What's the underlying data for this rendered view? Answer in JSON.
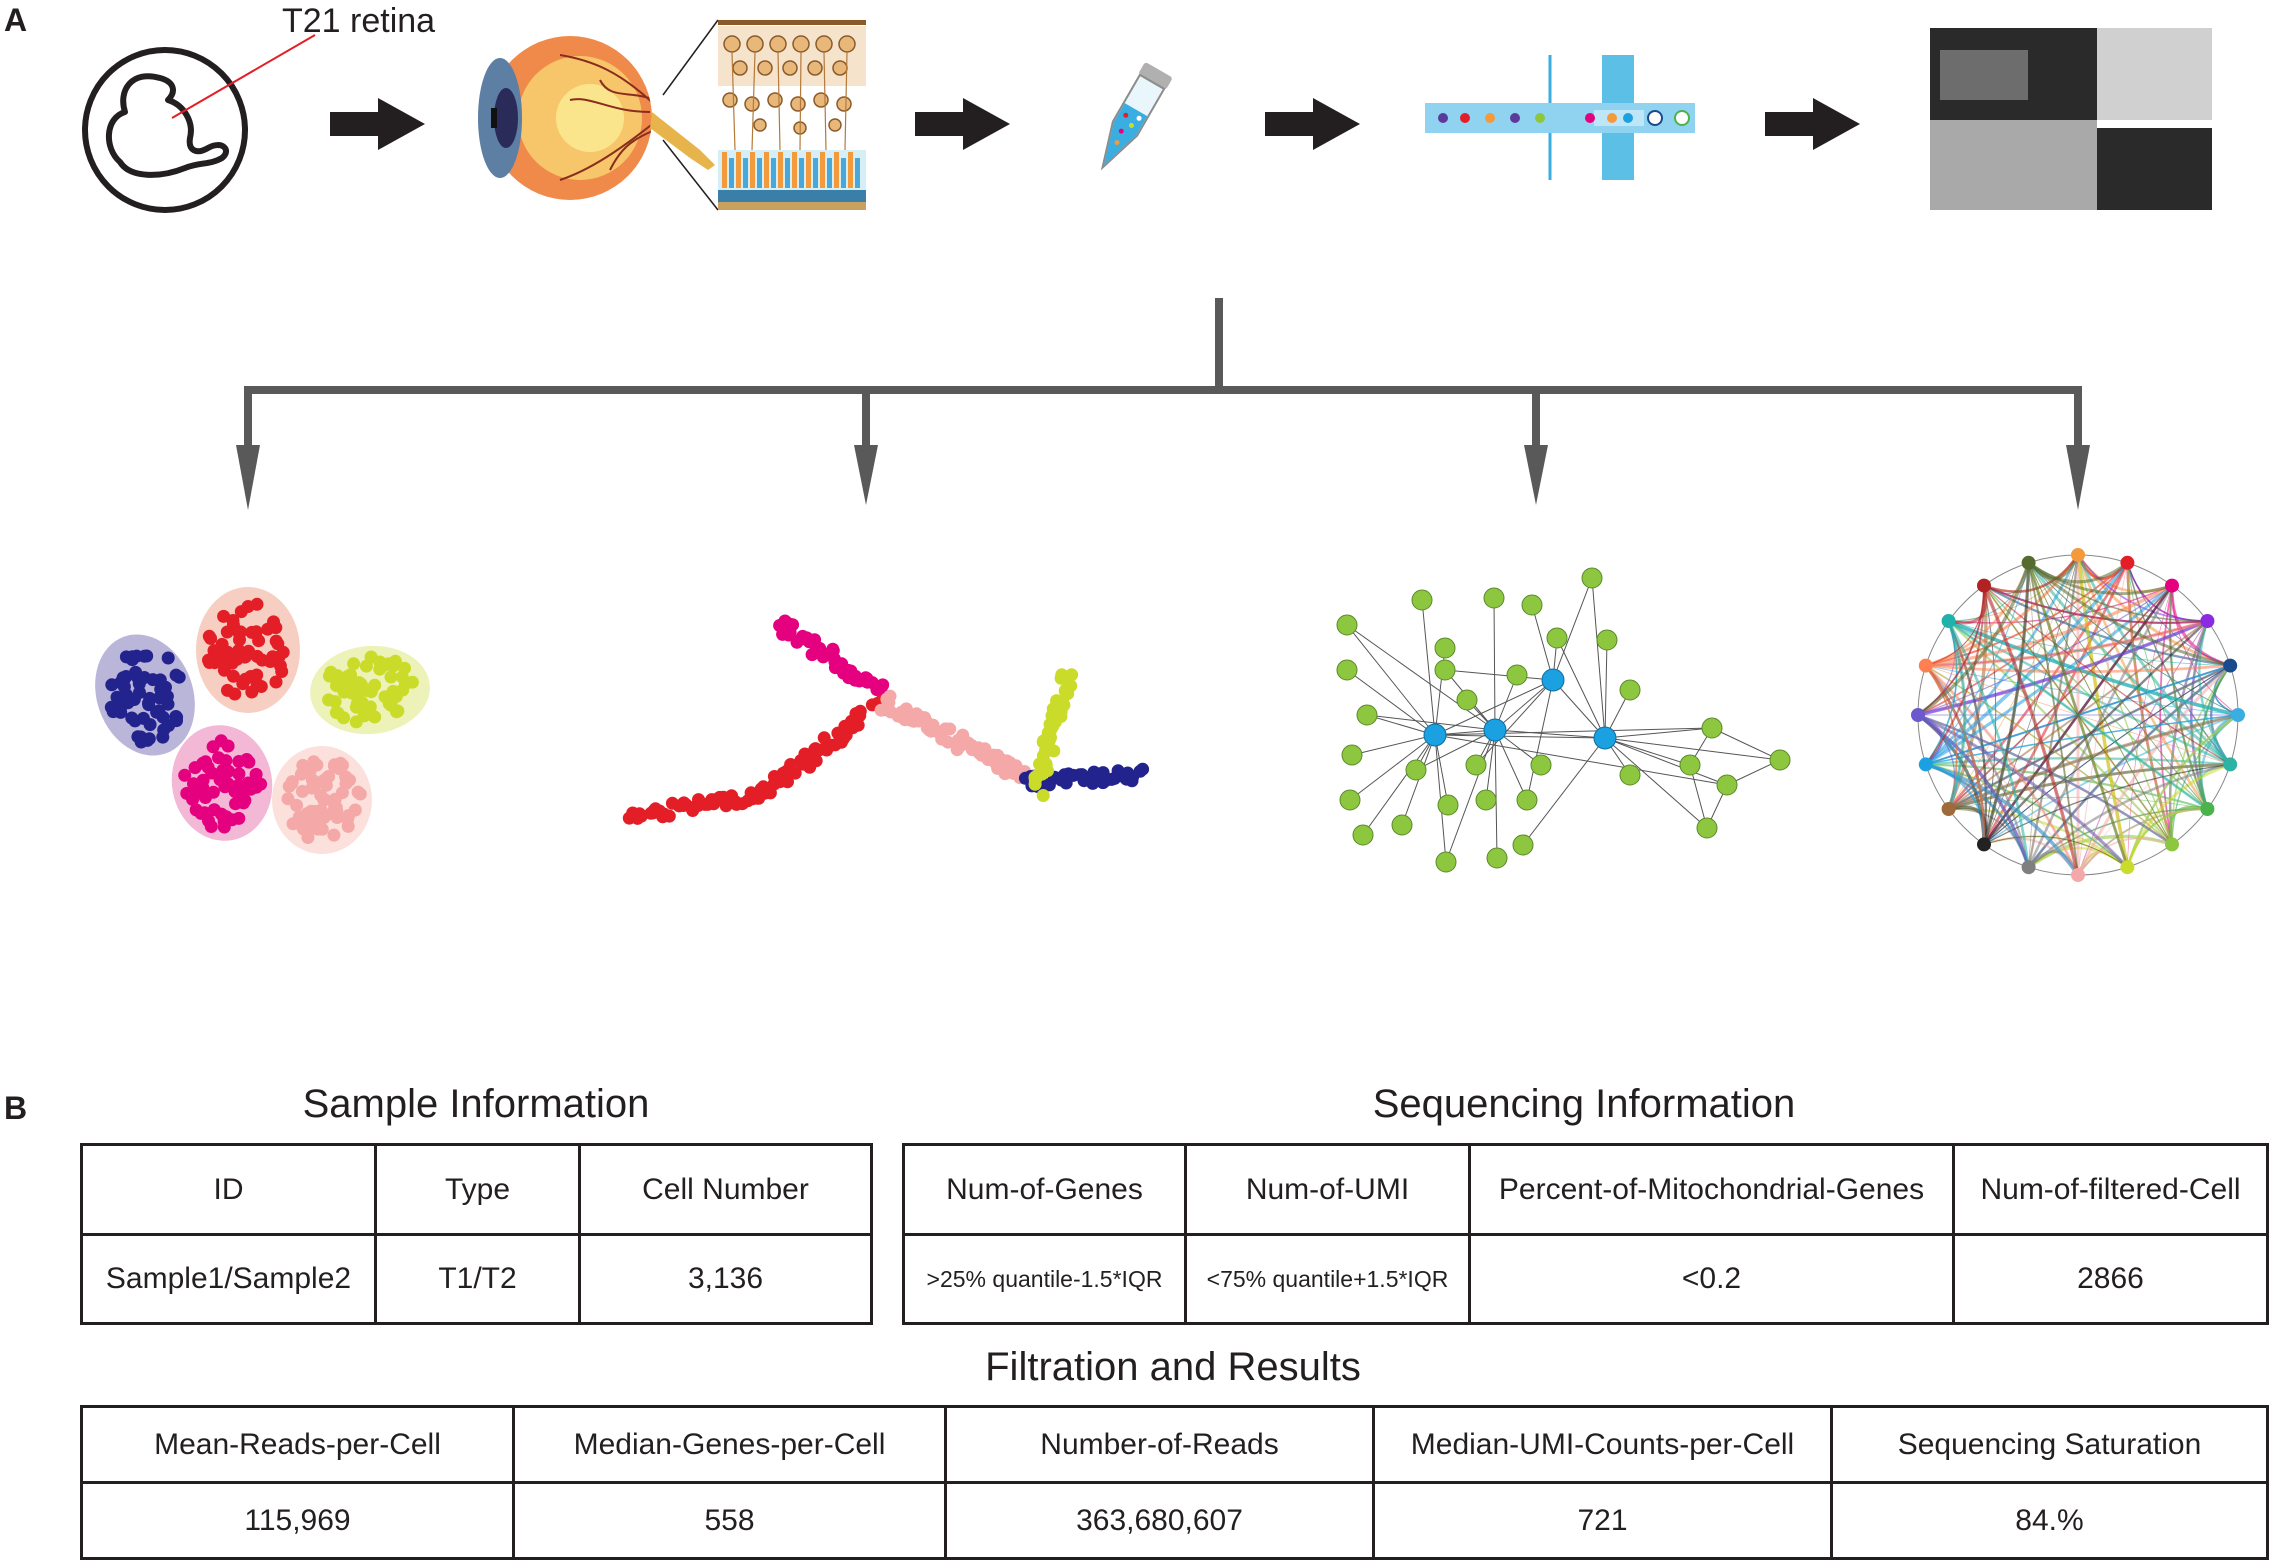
{
  "panel_a": {
    "letter": "A",
    "embryo_label": "T21 retina"
  },
  "panel_b": {
    "letter": "B",
    "sample_info": {
      "title": "Sample Information",
      "headers": [
        "ID",
        "Type",
        "Cell Number"
      ],
      "row": [
        "Sample1/Sample2",
        "T1/T2",
        "3,136"
      ]
    },
    "sequencing_info": {
      "title": "Sequencing Information",
      "headers": [
        "Num-of-Genes",
        "Num-of-UMI",
        "Percent-of-Mitochondrial-Genes",
        "Num-of-filtered-Cell"
      ],
      "row": [
        ">25% quantile-1.5*IQR",
        "<75% quantile+1.5*IQR",
        "<0.2",
        "2866"
      ]
    },
    "filtration": {
      "title": "Filtration and Results",
      "headers": [
        "Mean-Reads-per-Cell",
        "Median-Genes-per-Cell",
        "Number-of-Reads",
        "Median-UMI-Counts-per-Cell",
        "Sequencing Saturation"
      ],
      "row": [
        "115,969",
        "558",
        "363,680,607",
        "721",
        "84.%"
      ]
    }
  },
  "colors": {
    "arrow": "#231f20",
    "tree": "#595959",
    "red": "#e41e26",
    "magenta": "#e4007f",
    "navy": "#23238e",
    "yellow_green": "#cbdb2a",
    "pink": "#f4a9a8",
    "network_green": "#8dc63f",
    "network_blue": "#1ba1e2"
  }
}
